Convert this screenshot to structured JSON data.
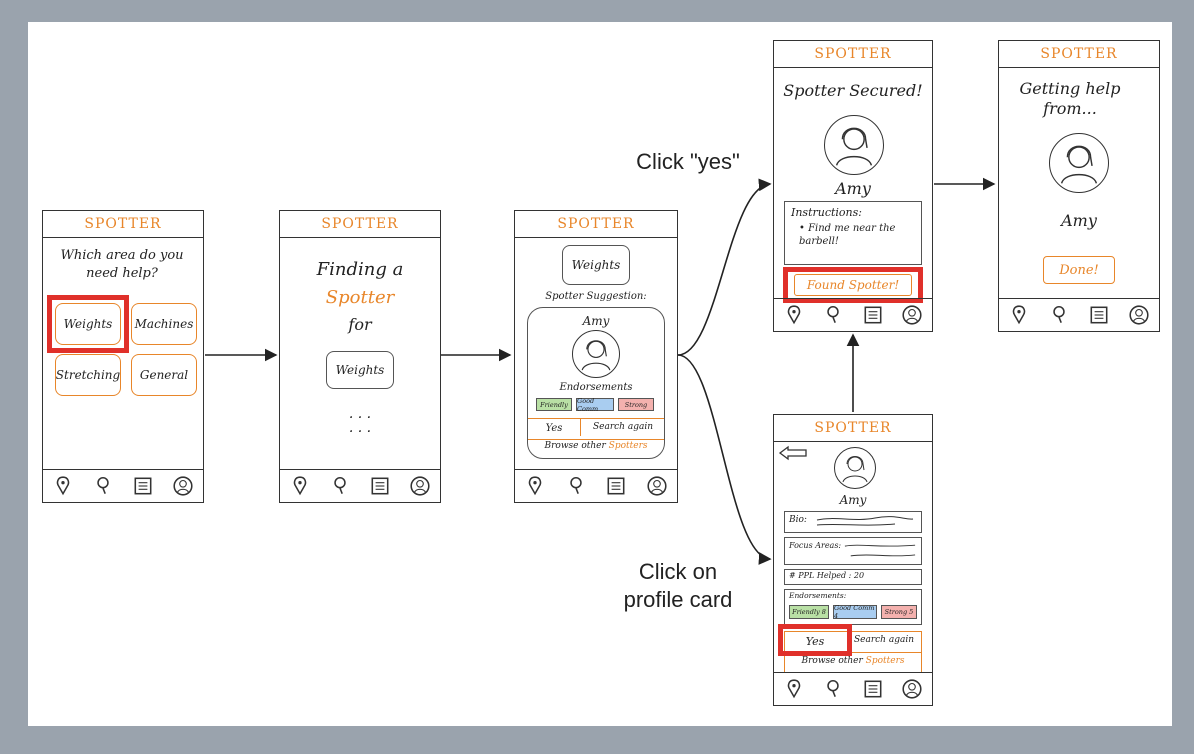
{
  "app_name": "SPOTTER",
  "screen1": {
    "question": "Which area do you need help?",
    "options": [
      "Weights",
      "Machines",
      "Stretching",
      "General"
    ]
  },
  "screen2": {
    "line1": "Finding a",
    "line2": "Spotter",
    "line3": "for",
    "category": "Weights",
    "dots": ". . .\n. . ."
  },
  "screen3": {
    "category": "Weights",
    "suggestion_label": "Spotter Suggestion:",
    "name": "Amy",
    "endorsements_label": "Endorsements",
    "tags": [
      "Friendly",
      "Good Comm",
      "Strong"
    ],
    "yes": "Yes",
    "search_again": "Search again",
    "browse_prefix": "Browse other",
    "browse_link": "Spotters"
  },
  "screen4": {
    "title": "Spotter Secured!",
    "name": "Amy",
    "instructions_label": "Instructions:",
    "instruction": "• Find me near the barbell!",
    "button": "Found Spotter!"
  },
  "screen5": {
    "title": "Getting help from...",
    "name": "Amy",
    "button": "Done!"
  },
  "screen6": {
    "name": "Amy",
    "bio_label": "Bio:",
    "focus_label": "Focus Areas:",
    "helped": "# PPL Helped : 20",
    "endorsements_label": "Endorsements:",
    "tags": [
      "Friendly 8",
      "Good Comm 4",
      "Strong 5"
    ],
    "yes": "Yes",
    "search_again": "Search again",
    "browse_prefix": "Browse other",
    "browse_link": "Spotters"
  },
  "captions": {
    "click_yes": "Click \"yes\"",
    "click_profile": "Click on\nprofile card"
  },
  "colors": {
    "accent": "#e8862a",
    "highlight": "#e0302a",
    "background": "#9aa3ad",
    "tag_green": "#b9e0a5",
    "tag_blue": "#a9cdf0",
    "tag_red": "#f4b1ae"
  },
  "icons": [
    "location-pin-icon",
    "search-icon",
    "list-icon",
    "profile-icon"
  ]
}
